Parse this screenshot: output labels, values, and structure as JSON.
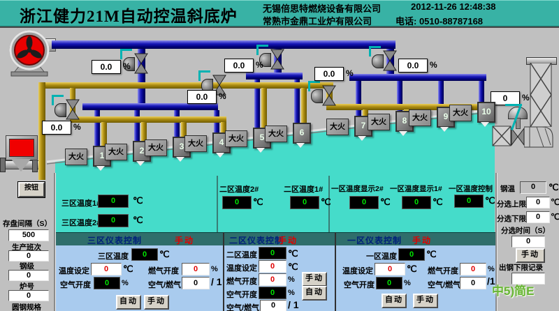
{
  "header": {
    "title": "浙江健力21M自动控温斜底炉",
    "company1": "无锡倍思特燃烧设备有限公司",
    "datetime": "2012-11-26 12:48:38",
    "company2": "常熟市金鼎工业炉有限公司",
    "phone": "电话: 0510-88787168"
  },
  "colors": {
    "header_teal": "#38b2a5",
    "furnace_teal": "#45dcca",
    "panel_band": "#2f6e6b",
    "panel_blue": "#a9cbee",
    "air_pipe_blue": "#1818b8",
    "gas_pipe_yellow": "#ad8d12",
    "display_green": "#00e600",
    "setpoint_red": "#e00000"
  },
  "sidebar_left": {
    "button_label": "按钮",
    "save_interval_label": "存盘间隔（S）",
    "save_interval_value": "500",
    "shift_label": "生产班次",
    "shift_value": "0",
    "steel_grade_label": "钢级",
    "steel_grade_value": "0",
    "furnace_no_label": "炉号",
    "furnace_no_value": "0",
    "bar_spec_label": "圆钢规格"
  },
  "sidebar_right": {
    "steel_temp_label": "钢温",
    "steel_temp_value": "0",
    "steel_temp_unit": "℃",
    "sort_upper_label": "分选上限",
    "sort_upper_value": "0",
    "sort_upper_unit": "℃",
    "sort_lower_label": "分选下限",
    "sort_lower_value": "0",
    "sort_lower_unit": "℃",
    "sort_time_label": "分选时间（S）",
    "sort_time_value": "0",
    "manual_button": "手动",
    "tap_record_label": "出钢下限记录",
    "tap_record_value": ""
  },
  "watermark": "中5)简E",
  "mimic": {
    "burner_flame_label": "大火",
    "burners": [
      "1",
      "2",
      "3",
      "4",
      "5",
      "6",
      "7",
      "8",
      "9",
      "10"
    ],
    "gauges": [
      {
        "name": "zone3-air-opening",
        "value": "0.0",
        "unit": "%"
      },
      {
        "name": "zone2-air-opening",
        "value": "0.0",
        "unit": "%"
      },
      {
        "name": "zone1-air-opening",
        "value": "0.0",
        "unit": "%"
      },
      {
        "name": "zone3-gas-opening",
        "value": "0.0",
        "unit": "%"
      },
      {
        "name": "zone2-gas-opening",
        "value": "0.0",
        "unit": "%"
      },
      {
        "name": "zone1-gas-opening",
        "value": "0.0",
        "unit": "%"
      },
      {
        "name": "flue-damper-opening",
        "value": "0",
        "unit": "%"
      }
    ]
  },
  "temps": {
    "z3_1": {
      "label": "三区温度1#",
      "value": "0",
      "unit": "℃"
    },
    "z3_2": {
      "label": "三区温度2#",
      "value": "0",
      "unit": "℃"
    },
    "z2_2": {
      "label": "二区温度2#",
      "value": "0",
      "unit": "℃"
    },
    "z2_1": {
      "label": "二区温度1#",
      "value": "0",
      "unit": "℃"
    },
    "z1_d2": {
      "label": "一区温度显示2#",
      "value": "0",
      "unit": "℃"
    },
    "z1_d1": {
      "label": "一区温度显示1#",
      "value": "0",
      "unit": "℃"
    },
    "z1_c": {
      "label": "一区温度控制",
      "value": "0",
      "unit": "℃"
    }
  },
  "panels": {
    "z3": {
      "title": "三区仪表控制",
      "mode": "手动",
      "temp_label": "三区温度",
      "temp_value": "0",
      "temp_unit": "℃",
      "set_label": "温度设定",
      "set_value": "0",
      "set_unit": "℃",
      "gas_label": "燃气开度",
      "gas_value": "0",
      "gas_unit": "%",
      "air_label": "空气开度",
      "air_value": "0",
      "air_unit": "%",
      "ratio_label": "空气/燃气",
      "ratio_value": "0",
      "ratio_suffix": "/ 1",
      "auto_btn": "自动",
      "manual_btn": "手动"
    },
    "z2": {
      "title": "二区仪表控制",
      "mode": "手动",
      "temp_label": "二区温度",
      "temp_value": "0",
      "temp_unit": "℃",
      "set_label": "温度设定",
      "set_value": "0",
      "set_unit": "℃",
      "gas_label": "燃气开度",
      "gas_value": "0",
      "gas_unit": "%",
      "air_label": "空气开度",
      "air_value": "0",
      "air_unit": "%",
      "ratio_label": "空气/燃气",
      "ratio_value": "0",
      "ratio_suffix": "/ 1",
      "auto_btn": "自动",
      "manual_btn": "手动"
    },
    "z1": {
      "title": "一区仪表控制",
      "mode": "手动",
      "temp_label": "一区温度",
      "temp_value": "0",
      "temp_unit": "℃",
      "set_label": "温度设定",
      "set_value": "0",
      "set_unit": "℃",
      "gas_label": "燃气开度",
      "gas_value": "0",
      "gas_unit": "%",
      "air_label": "空气开度",
      "air_value": "0",
      "air_unit": "%",
      "ratio_label": "空气/燃气",
      "ratio_value": "0",
      "ratio_suffix": "/1",
      "auto_btn": "自动",
      "manual_btn": "手动"
    }
  }
}
